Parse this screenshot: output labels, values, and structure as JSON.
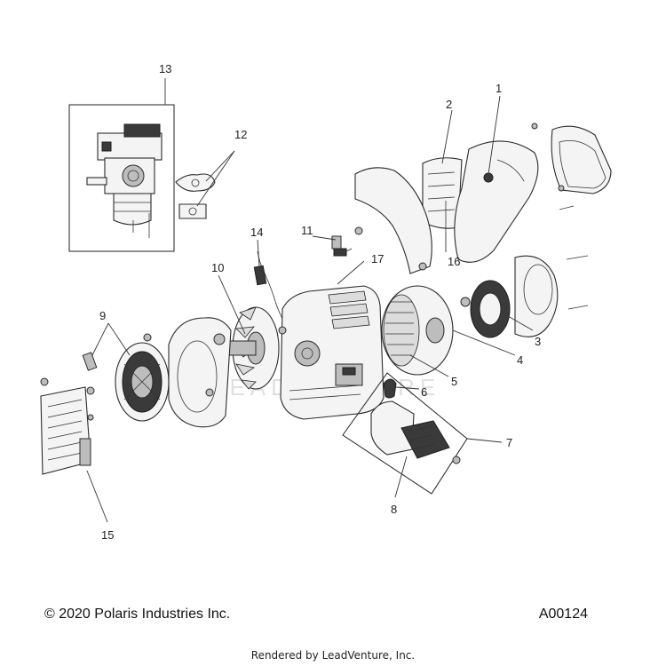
{
  "watermark": "LEADVENTURE",
  "callouts": {
    "c1": "1",
    "c2": "2",
    "c3": "3",
    "c4": "4",
    "c5": "5",
    "c6": "6",
    "c7": "7",
    "c8": "8",
    "c9": "9",
    "c10": "10",
    "c11": "11",
    "c12": "12",
    "c13": "13",
    "c14": "14",
    "c15": "15",
    "c16": "16",
    "c17": "17"
  },
  "footer": {
    "copyright": "© 2020 Polaris Industries Inc.",
    "diagram_code": "A00124",
    "rendered_by": "Rendered by LeadVenture, Inc."
  }
}
